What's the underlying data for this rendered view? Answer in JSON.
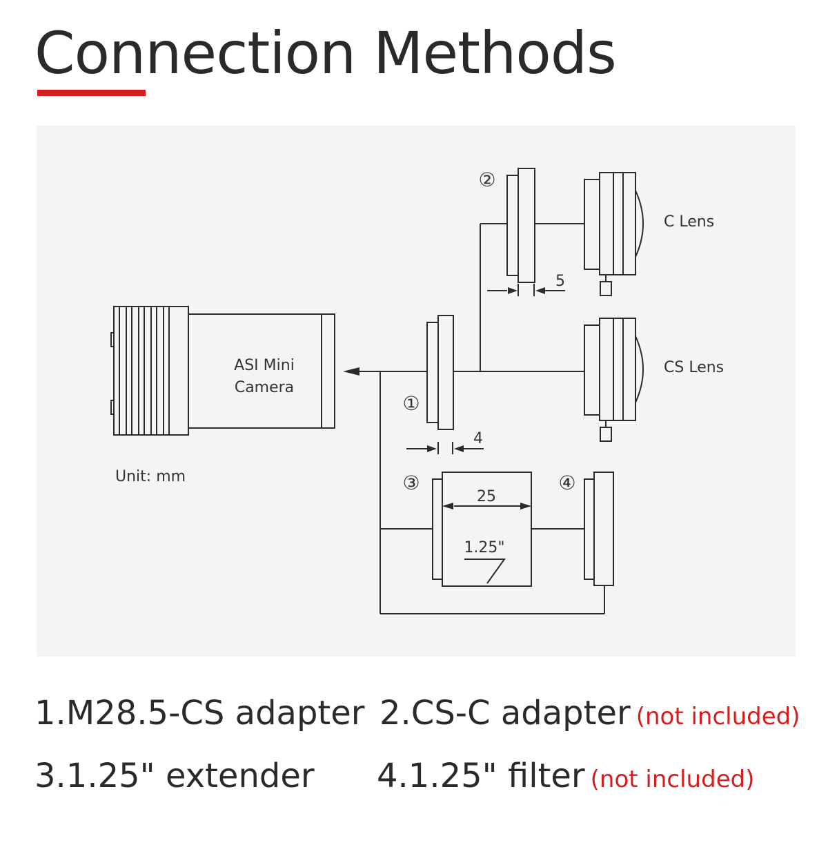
{
  "page": {
    "title": "Connection Methods",
    "accent_color": "#d71c1c"
  },
  "diagram": {
    "camera_label_line1": "ASI Mini",
    "camera_label_line2": "Camera",
    "unit_label": "Unit: mm",
    "c_lens_label": "C Lens",
    "cs_lens_label": "CS Lens",
    "marker_1": "①",
    "marker_2": "②",
    "marker_3": "③",
    "marker_4": "④",
    "dim_5": "5",
    "dim_4": "4",
    "dim_25": "25",
    "size_label": "1.25\""
  },
  "legend": {
    "item1": "1.M28.5-CS adapter",
    "item2": "2.CS-C adapter",
    "item2_note": "(not included)",
    "item3": "3.1.25\" extender",
    "item4": "4.1.25\" filter",
    "item4_note": "(not included)"
  }
}
